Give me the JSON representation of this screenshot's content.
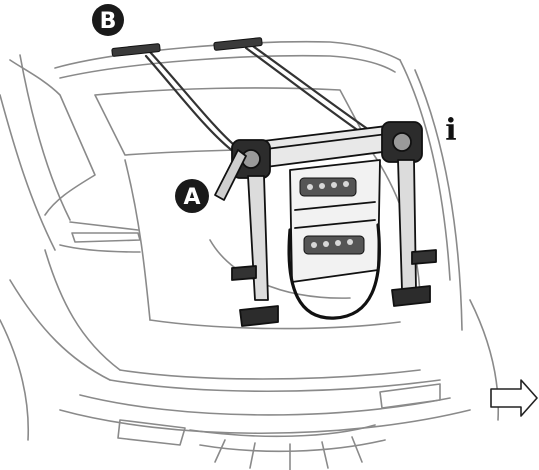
{
  "labels": {
    "callout_a": "A",
    "callout_b": "B",
    "info": "i"
  },
  "icons": {
    "info": "info-icon",
    "next": "arrow-right-outline-icon"
  },
  "colors": {
    "line": "#6b6b6b",
    "ink": "#111111",
    "badge": "#1a1a1a",
    "background": "#ffffff"
  }
}
